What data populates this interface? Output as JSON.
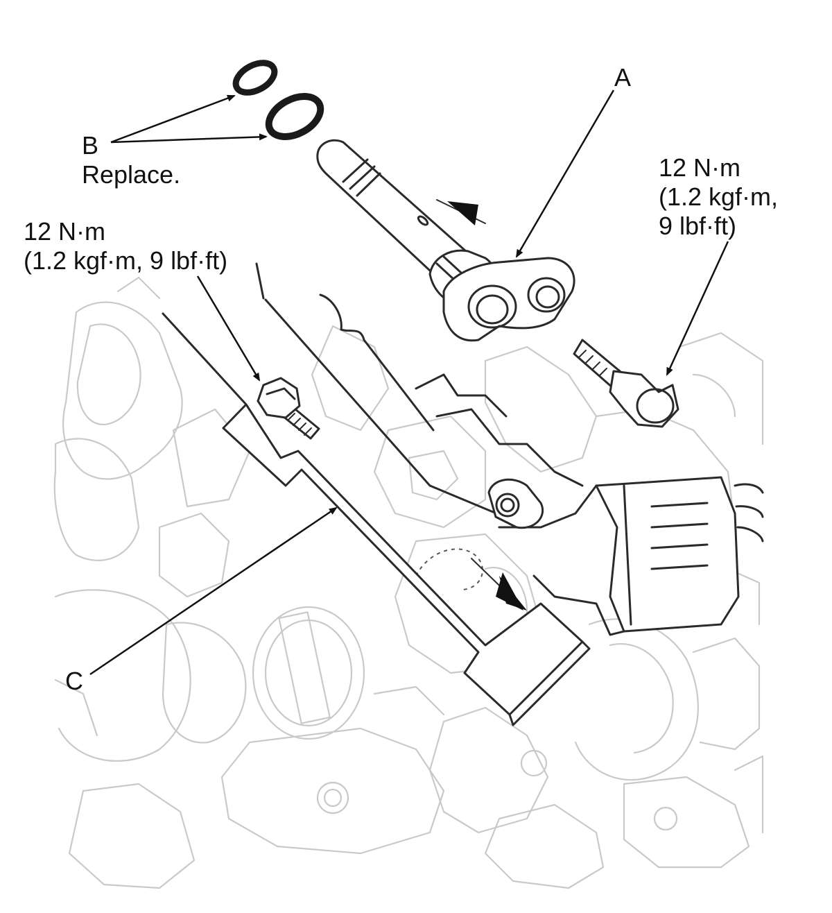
{
  "labels": {
    "a": "A",
    "b": "B",
    "b_note": "Replace.",
    "c": "C"
  },
  "torque_left": {
    "line1": "12 N·m",
    "line2": "(1.2 kgf·m, 9 lbf·ft)"
  },
  "torque_right": {
    "line1": "12 N·m",
    "line2": "(1.2 kgf·m,",
    "line3": "9 lbf·ft)"
  }
}
